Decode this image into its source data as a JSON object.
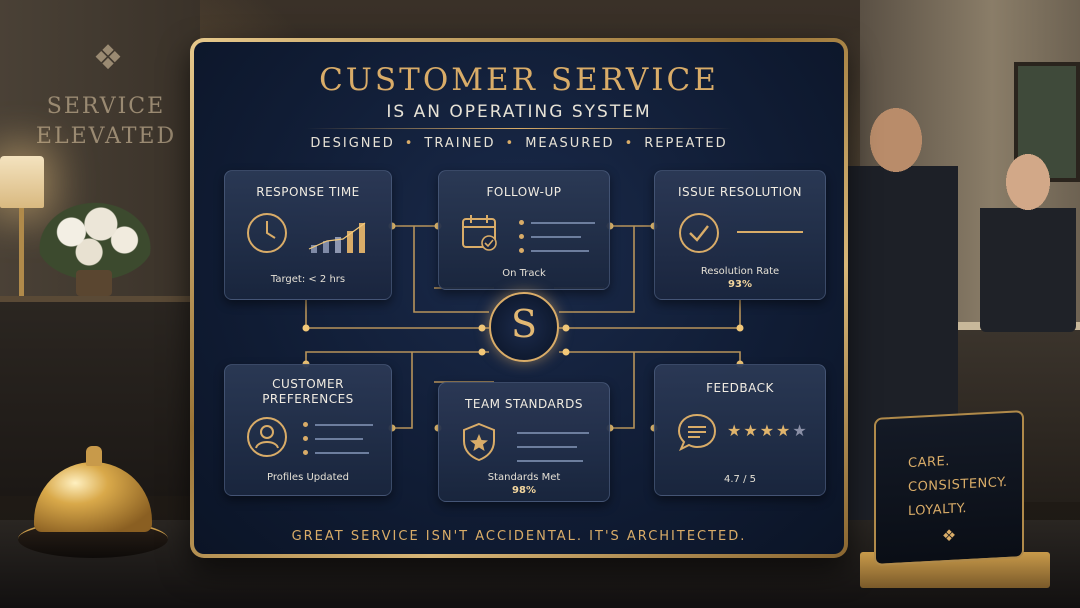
{
  "scene": {
    "wall_sign": [
      "SERVICE",
      "ELEVATED"
    ],
    "table_sign": [
      "CARE.",
      "CONSISTENCY.",
      "LOYALTY."
    ]
  },
  "board": {
    "title": "CUSTOMER SERVICE",
    "subtitle": "IS AN OPERATING SYSTEM",
    "tagline": [
      "DESIGNED",
      "TRAINED",
      "MEASURED",
      "REPEATED"
    ],
    "footer": "GREAT SERVICE ISN'T ACCIDENTAL. IT'S ARCHITECTED.",
    "center_mark": "S"
  },
  "cards": {
    "response_time": {
      "title": "RESPONSE TIME",
      "footer": "Target: < 2 hrs",
      "icon": "clock-icon"
    },
    "follow_up": {
      "title": "FOLLOW-UP",
      "footer": "On Track",
      "icon": "calendar-check-icon"
    },
    "issue_resolution": {
      "title": "ISSUE RESOLUTION",
      "footer": "Resolution Rate",
      "value": "93%",
      "icon": "check-circle-icon"
    },
    "customer_preferences": {
      "title": "CUSTOMER PREFERENCES",
      "footer": "Profiles Updated",
      "icon": "user-icon"
    },
    "team_standards": {
      "title": "TEAM STANDARDS",
      "footer": "Standards Met",
      "value": "98%",
      "icon": "shield-star-icon"
    },
    "feedback": {
      "title": "FEEDBACK",
      "footer": "4.7 / 5",
      "icon": "chat-icon",
      "rating": 4.7
    }
  },
  "colors": {
    "gold": "#d9ac68",
    "navy": "#101c34",
    "card": "#2c3a56"
  }
}
